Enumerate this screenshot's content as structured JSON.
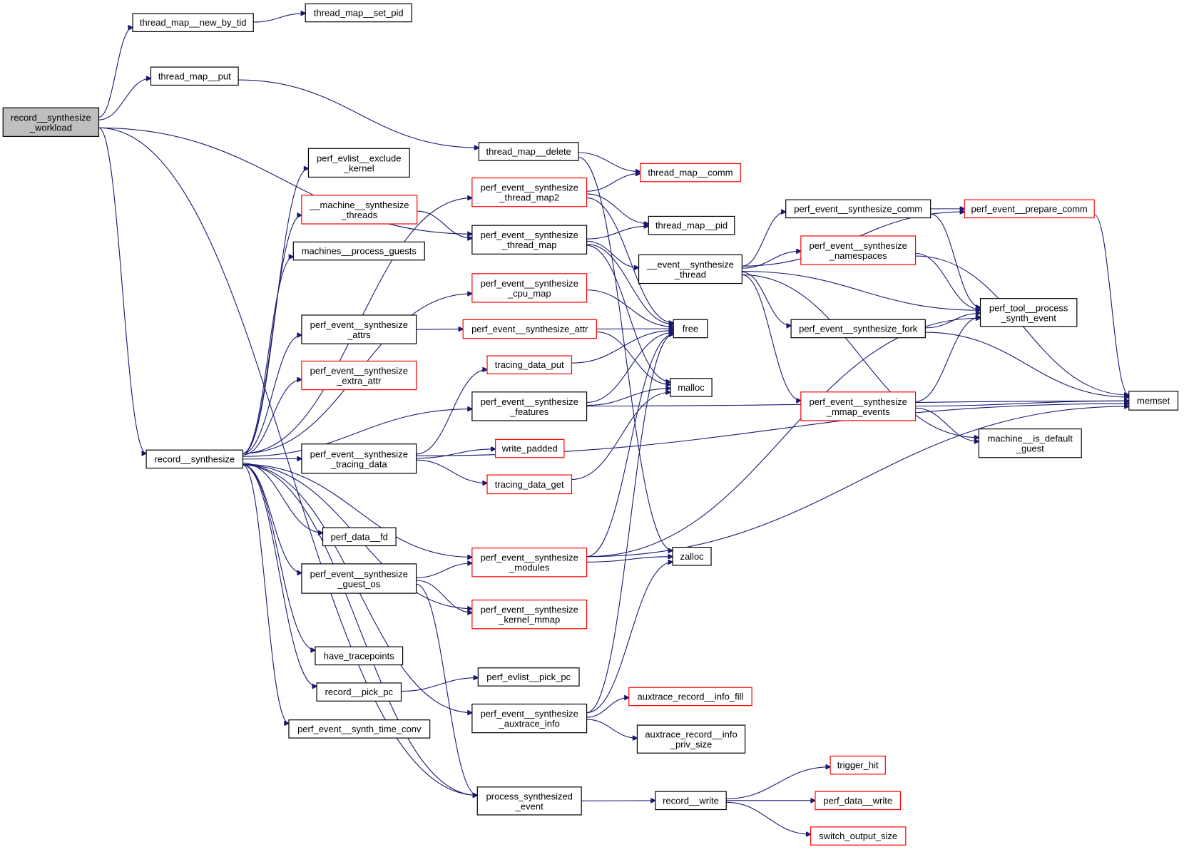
{
  "title": "record__synthesize_workload call graph",
  "colors": {
    "edge": "#191970",
    "node_border_default": "#000000",
    "node_border_truncated": "#ff0000",
    "root_fill": "#bfbfbf",
    "node_fill": "#ffffff"
  },
  "nodes": [
    {
      "id": "record__synthesize_workload",
      "lines": [
        "record__synthesize",
        "_workload"
      ],
      "style": "root"
    },
    {
      "id": "thread_map__new_by_tid",
      "lines": [
        "thread_map__new_by_tid"
      ],
      "style": "default"
    },
    {
      "id": "thread_map__set_pid",
      "lines": [
        "thread_map__set_pid"
      ],
      "style": "default"
    },
    {
      "id": "thread_map__put",
      "lines": [
        "thread_map__put"
      ],
      "style": "default"
    },
    {
      "id": "thread_map__delete",
      "lines": [
        "thread_map__delete"
      ],
      "style": "default"
    },
    {
      "id": "thread_map__comm",
      "lines": [
        "thread_map__comm"
      ],
      "style": "truncated"
    },
    {
      "id": "perf_evlist__exclude_kernel",
      "lines": [
        "perf_evlist__exclude",
        "_kernel"
      ],
      "style": "default"
    },
    {
      "id": "perf_event__synthesize_thread_map2",
      "lines": [
        "perf_event__synthesize",
        "_thread_map2"
      ],
      "style": "truncated"
    },
    {
      "id": "__machine__synthesize_threads",
      "lines": [
        "__machine__synthesize",
        "_threads"
      ],
      "style": "truncated"
    },
    {
      "id": "perf_event__synthesize_thread_map",
      "lines": [
        "perf_event__synthesize",
        "_thread_map"
      ],
      "style": "default"
    },
    {
      "id": "thread_map__pid",
      "lines": [
        "thread_map__pid"
      ],
      "style": "default"
    },
    {
      "id": "machines__process_guests",
      "lines": [
        "machines__process_guests"
      ],
      "style": "default"
    },
    {
      "id": "__event__synthesize_thread",
      "lines": [
        "__event__synthesize",
        "_thread"
      ],
      "style": "default"
    },
    {
      "id": "perf_event__synthesize_comm",
      "lines": [
        "perf_event__synthesize_comm"
      ],
      "style": "default"
    },
    {
      "id": "perf_event__prepare_comm",
      "lines": [
        "perf_event__prepare_comm"
      ],
      "style": "truncated"
    },
    {
      "id": "perf_event__synthesize_namespaces",
      "lines": [
        "perf_event__synthesize",
        "_namespaces"
      ],
      "style": "truncated"
    },
    {
      "id": "perf_event__synthesize_cpu_map",
      "lines": [
        "perf_event__synthesize",
        "_cpu_map"
      ],
      "style": "truncated"
    },
    {
      "id": "perf_event__synthesize_attrs",
      "lines": [
        "perf_event__synthesize",
        "_attrs"
      ],
      "style": "default"
    },
    {
      "id": "perf_event__synthesize_attr",
      "lines": [
        "perf_event__synthesize_attr"
      ],
      "style": "truncated"
    },
    {
      "id": "free",
      "lines": [
        "free"
      ],
      "style": "default"
    },
    {
      "id": "perf_tool__process_synth_event",
      "lines": [
        "perf_tool__process",
        "_synth_event"
      ],
      "style": "default"
    },
    {
      "id": "perf_event__synthesize_fork",
      "lines": [
        "perf_event__synthesize_fork"
      ],
      "style": "default"
    },
    {
      "id": "tracing_data_put",
      "lines": [
        "tracing_data_put"
      ],
      "style": "truncated"
    },
    {
      "id": "perf_event__synthesize_extra_attr",
      "lines": [
        "perf_event__synthesize",
        "_extra_attr"
      ],
      "style": "truncated"
    },
    {
      "id": "malloc",
      "lines": [
        "malloc"
      ],
      "style": "default"
    },
    {
      "id": "perf_event__synthesize_features",
      "lines": [
        "perf_event__synthesize",
        "_features"
      ],
      "style": "default"
    },
    {
      "id": "perf_event__synthesize_mmap_events",
      "lines": [
        "perf_event__synthesize",
        "_mmap_events"
      ],
      "style": "truncated"
    },
    {
      "id": "memset",
      "lines": [
        "memset"
      ],
      "style": "default"
    },
    {
      "id": "machine__is_default_guest",
      "lines": [
        "machine__is_default",
        "_guest"
      ],
      "style": "default"
    },
    {
      "id": "record__synthesize",
      "lines": [
        "record__synthesize"
      ],
      "style": "default"
    },
    {
      "id": "perf_event__synthesize_tracing_data",
      "lines": [
        "perf_event__synthesize",
        "_tracing_data"
      ],
      "style": "default"
    },
    {
      "id": "write_padded",
      "lines": [
        "write_padded"
      ],
      "style": "truncated"
    },
    {
      "id": "tracing_data_get",
      "lines": [
        "tracing_data_get"
      ],
      "style": "truncated"
    },
    {
      "id": "perf_data__fd",
      "lines": [
        "perf_data__fd"
      ],
      "style": "default"
    },
    {
      "id": "perf_event__synthesize_modules",
      "lines": [
        "perf_event__synthesize",
        "_modules"
      ],
      "style": "truncated"
    },
    {
      "id": "zalloc",
      "lines": [
        "zalloc"
      ],
      "style": "default"
    },
    {
      "id": "perf_event__synthesize_guest_os",
      "lines": [
        "perf_event__synthesize",
        "_guest_os"
      ],
      "style": "default"
    },
    {
      "id": "perf_event__synthesize_kernel_mmap",
      "lines": [
        "perf_event__synthesize",
        "_kernel_mmap"
      ],
      "style": "truncated"
    },
    {
      "id": "have_tracepoints",
      "lines": [
        "have_tracepoints"
      ],
      "style": "default"
    },
    {
      "id": "perf_evlist__pick_pc",
      "lines": [
        "perf_evlist__pick_pc"
      ],
      "style": "default"
    },
    {
      "id": "record__pick_pc",
      "lines": [
        "record__pick_pc"
      ],
      "style": "default"
    },
    {
      "id": "auxtrace_record__info_fill",
      "lines": [
        "auxtrace_record__info_fill"
      ],
      "style": "truncated"
    },
    {
      "id": "perf_event__synthesize_auxtrace_info",
      "lines": [
        "perf_event__synthesize",
        "_auxtrace_info"
      ],
      "style": "default"
    },
    {
      "id": "perf_event__synth_time_conv",
      "lines": [
        "perf_event__synth_time_conv"
      ],
      "style": "default"
    },
    {
      "id": "auxtrace_record__info_priv_size",
      "lines": [
        "auxtrace_record__info",
        "_priv_size"
      ],
      "style": "default"
    },
    {
      "id": "trigger_hit",
      "lines": [
        "trigger_hit"
      ],
      "style": "truncated"
    },
    {
      "id": "process_synthesized_event",
      "lines": [
        "process_synthesized",
        "_event"
      ],
      "style": "default"
    },
    {
      "id": "record__write",
      "lines": [
        "record__write"
      ],
      "style": "default"
    },
    {
      "id": "perf_data__write",
      "lines": [
        "perf_data__write"
      ],
      "style": "truncated"
    },
    {
      "id": "switch_output_size",
      "lines": [
        "switch_output_size"
      ],
      "style": "truncated"
    }
  ],
  "edges": [
    [
      "record__synthesize_workload",
      "thread_map__new_by_tid"
    ],
    [
      "record__synthesize_workload",
      "thread_map__put"
    ],
    [
      "record__synthesize_workload",
      "perf_event__synthesize_thread_map"
    ],
    [
      "record__synthesize_workload",
      "record__synthesize"
    ],
    [
      "record__synthesize_workload",
      "process_synthesized_event"
    ],
    [
      "thread_map__new_by_tid",
      "thread_map__set_pid"
    ],
    [
      "thread_map__put",
      "thread_map__delete"
    ],
    [
      "thread_map__delete",
      "thread_map__comm"
    ],
    [
      "thread_map__delete",
      "zalloc"
    ],
    [
      "perf_event__synthesize_thread_map2",
      "thread_map__comm"
    ],
    [
      "perf_event__synthesize_thread_map2",
      "thread_map__pid"
    ],
    [
      "perf_event__synthesize_thread_map2",
      "free"
    ],
    [
      "__machine__synthesize_threads",
      "perf_event__synthesize_thread_map"
    ],
    [
      "perf_event__synthesize_thread_map",
      "thread_map__pid"
    ],
    [
      "perf_event__synthesize_thread_map",
      "__event__synthesize_thread"
    ],
    [
      "perf_event__synthesize_thread_map",
      "free"
    ],
    [
      "perf_event__synthesize_thread_map",
      "malloc"
    ],
    [
      "__event__synthesize_thread",
      "perf_event__synthesize_comm"
    ],
    [
      "__event__synthesize_thread",
      "perf_event__prepare_comm"
    ],
    [
      "__event__synthesize_thread",
      "perf_event__synthesize_namespaces"
    ],
    [
      "__event__synthesize_thread",
      "perf_tool__process_synth_event"
    ],
    [
      "__event__synthesize_thread",
      "perf_event__synthesize_fork"
    ],
    [
      "__event__synthesize_thread",
      "perf_event__synthesize_mmap_events"
    ],
    [
      "__event__synthesize_thread",
      "machine__is_default_guest"
    ],
    [
      "perf_event__synthesize_comm",
      "perf_event__prepare_comm"
    ],
    [
      "perf_event__synthesize_comm",
      "perf_tool__process_synth_event"
    ],
    [
      "perf_event__prepare_comm",
      "memset"
    ],
    [
      "perf_event__synthesize_namespaces",
      "perf_tool__process_synth_event"
    ],
    [
      "perf_event__synthesize_namespaces",
      "memset"
    ],
    [
      "perf_event__synthesize_fork",
      "perf_tool__process_synth_event"
    ],
    [
      "perf_event__synthesize_fork",
      "memset"
    ],
    [
      "perf_event__synthesize_mmap_events",
      "perf_tool__process_synth_event"
    ],
    [
      "perf_event__synthesize_mmap_events",
      "memset"
    ],
    [
      "perf_event__synthesize_mmap_events",
      "machine__is_default_guest"
    ],
    [
      "record__synthesize",
      "perf_evlist__exclude_kernel"
    ],
    [
      "record__synthesize",
      "perf_event__synthesize_thread_map2"
    ],
    [
      "record__synthesize",
      "__machine__synthesize_threads"
    ],
    [
      "record__synthesize",
      "machines__process_guests"
    ],
    [
      "record__synthesize",
      "perf_event__synthesize_cpu_map"
    ],
    [
      "record__synthesize",
      "perf_event__synthesize_attrs"
    ],
    [
      "record__synthesize",
      "perf_event__synthesize_extra_attr"
    ],
    [
      "record__synthesize",
      "perf_event__synthesize_features"
    ],
    [
      "record__synthesize",
      "perf_event__synthesize_tracing_data"
    ],
    [
      "record__synthesize",
      "perf_data__fd"
    ],
    [
      "record__synthesize",
      "perf_event__synthesize_modules"
    ],
    [
      "record__synthesize",
      "perf_event__synthesize_guest_os"
    ],
    [
      "record__synthesize",
      "perf_event__synthesize_kernel_mmap"
    ],
    [
      "record__synthesize",
      "have_tracepoints"
    ],
    [
      "record__synthesize",
      "record__pick_pc"
    ],
    [
      "record__synthesize",
      "perf_event__synth_time_conv"
    ],
    [
      "record__synthesize",
      "perf_event__synthesize_auxtrace_info"
    ],
    [
      "record__synthesize",
      "process_synthesized_event"
    ],
    [
      "perf_event__synthesize_cpu_map",
      "free"
    ],
    [
      "perf_event__synthesize_attrs",
      "perf_event__synthesize_attr"
    ],
    [
      "perf_event__synthesize_attr",
      "free"
    ],
    [
      "perf_event__synthesize_attr",
      "malloc"
    ],
    [
      "tracing_data_put",
      "free"
    ],
    [
      "perf_event__synthesize_features",
      "free"
    ],
    [
      "perf_event__synthesize_features",
      "malloc"
    ],
    [
      "perf_event__synthesize_features",
      "memset"
    ],
    [
      "perf_event__synthesize_tracing_data",
      "tracing_data_put"
    ],
    [
      "perf_event__synthesize_tracing_data",
      "write_padded"
    ],
    [
      "perf_event__synthesize_tracing_data",
      "tracing_data_get"
    ],
    [
      "perf_event__synthesize_tracing_data",
      "memset"
    ],
    [
      "tracing_data_get",
      "malloc"
    ],
    [
      "perf_event__synthesize_modules",
      "free"
    ],
    [
      "perf_event__synthesize_modules",
      "zalloc"
    ],
    [
      "perf_event__synthesize_modules",
      "memset"
    ],
    [
      "perf_event__synthesize_modules",
      "perf_tool__process_synth_event"
    ],
    [
      "perf_event__synthesize_guest_os",
      "perf_event__synthesize_modules"
    ],
    [
      "perf_event__synthesize_guest_os",
      "perf_event__synthesize_kernel_mmap"
    ],
    [
      "perf_event__synthesize_guest_os",
      "process_synthesized_event"
    ],
    [
      "record__pick_pc",
      "perf_evlist__pick_pc"
    ],
    [
      "perf_event__synthesize_auxtrace_info",
      "free"
    ],
    [
      "perf_event__synthesize_auxtrace_info",
      "zalloc"
    ],
    [
      "perf_event__synthesize_auxtrace_info",
      "auxtrace_record__info_fill"
    ],
    [
      "perf_event__synthesize_auxtrace_info",
      "auxtrace_record__info_priv_size"
    ],
    [
      "process_synthesized_event",
      "record__write"
    ],
    [
      "record__write",
      "trigger_hit"
    ],
    [
      "record__write",
      "perf_data__write"
    ],
    [
      "record__write",
      "switch_output_size"
    ]
  ]
}
